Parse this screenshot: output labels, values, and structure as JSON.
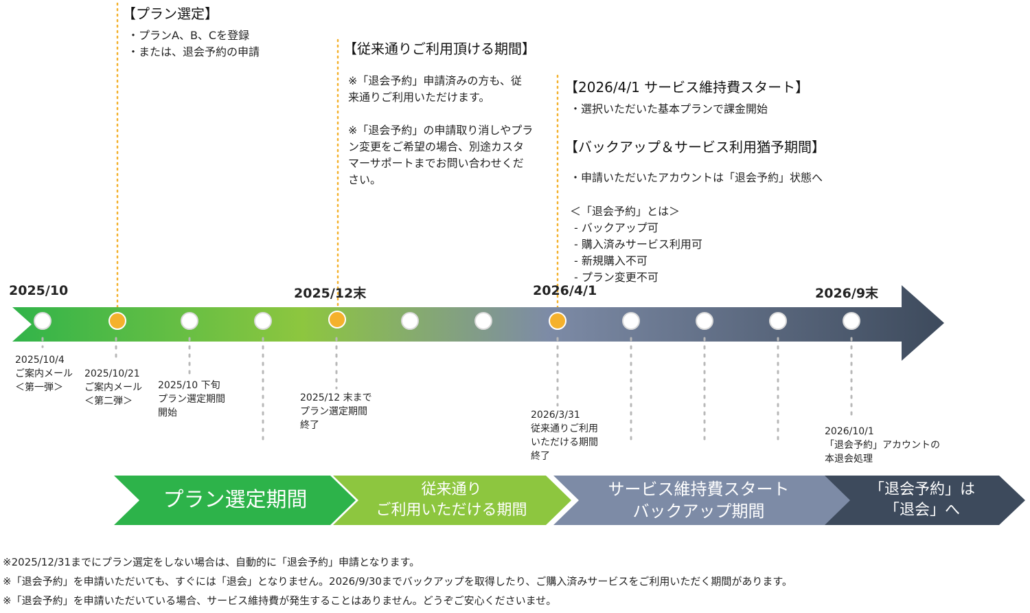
{
  "top_sections": {
    "plan": {
      "title": "【プラン選定】",
      "lines": [
        "・プランA、B、Cを登録",
        "・または、退会予約の申請"
      ]
    },
    "continue": {
      "title": "【従来通りご利用頂ける期間】",
      "note1": "※「退会予約」申請済みの方も、従\n来通りご利用いただけます。",
      "note2": "※「退会予約」の申請取り消しやプラ\nン変更をご希望の場合、別途カスタ\nマーサポートまでお問い合わせくだ\nさい。"
    },
    "maintenance": {
      "title": "【2026/4/1 サービス維持費スタート】",
      "line": "・選択いただいた基本プランで課金開始",
      "backup_title": "【バックアップ＆サービス利用猶予期間】",
      "backup_line": "・申請いただいたアカウントは「退会予約」状態へ",
      "def_title": "＜「退会予約」とは＞",
      "def_items": [
        " - バックアップ可",
        " - 購入済みサービス利用可",
        " - 新規購入不可",
        " - プラン変更不可"
      ]
    }
  },
  "timeline": {
    "date_labels": [
      "2025/10",
      "2025/12末",
      "2026/4/1",
      "2026/9末"
    ],
    "annotations": [
      "2025/10/4\nご案内メール\n＜第一弾＞",
      "2025/10/21\nご案内メール\n＜第二弾＞",
      "2025/10 下旬\nプラン選定期間\n開始",
      "2025/12 末まで\nプラン選定期間\n終了",
      "2026/3/31\n従来通りご利用\nいただける期間\n終了",
      "2026/10/1\n「退会予約」アカウントの\n本退会処理"
    ],
    "colors": {
      "green": "#2db34a",
      "lightgreen": "#8dc63f",
      "slate": "#7d8ba6",
      "navy": "#3d4a5c",
      "highlight": "#f4b12c"
    }
  },
  "phases": [
    {
      "label": "プラン選定期間"
    },
    {
      "label": "従来通り\nご利用いただける期間"
    },
    {
      "label": "サービス維持費スタート\nバックアップ期間"
    },
    {
      "label": "「退会予約」は\n「退会」へ"
    }
  ],
  "footnotes": [
    "※2025/12/31までにプラン選定をしない場合は、自動的に「退会予約」申請となります。",
    "※「退会予約」を申請いただいても、すぐには「退会」となりません。2026/9/30までバックアップを取得したり、ご購入済みサービスをご利用いただく期間があります。",
    "※「退会予約」を申請いただいている場合、サービス維持費が発生することはありません。どうぞご安心くださいませ。"
  ]
}
